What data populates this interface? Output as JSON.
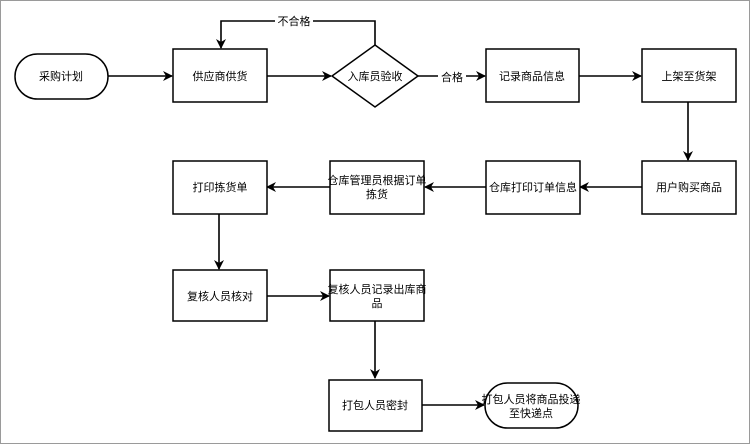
{
  "diagram": {
    "nodes": {
      "plan": "采购计划",
      "supplier": "供应商供货",
      "inspect": "入库员验收",
      "record": "记录商品信息",
      "shelve": "上架至货架",
      "buy": "用户购买商品",
      "print_order": "仓库打印订单信息",
      "pick_line1": "仓库管理员根据订单",
      "pick_line2": "拣货",
      "print_pick": "打印拣货单",
      "recheck": "复核人员核对",
      "rec_out_line1": "复核人员记录出库商",
      "rec_out_line2": "品",
      "seal": "打包人员密封",
      "deliver_line1": "打包人员将商品投递",
      "deliver_line2": "至快递点"
    },
    "edges": {
      "fail": "不合格",
      "pass": "合格"
    }
  }
}
